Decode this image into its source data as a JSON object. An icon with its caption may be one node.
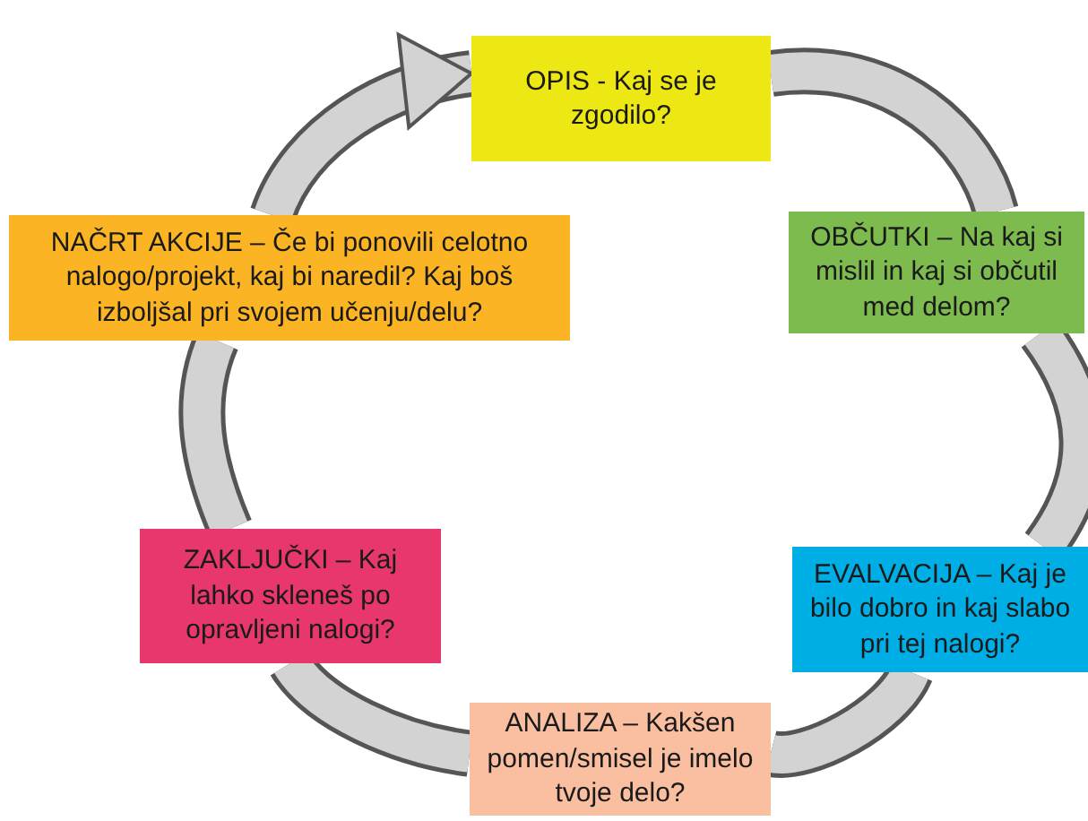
{
  "diagram": {
    "nodes": [
      {
        "text": [
          "OPIS - Kaj se je zgodilo?"
        ]
      },
      {
        "text": [
          "OBČUTKI – Na kaj si mislil in kaj si občutil med delom?"
        ]
      },
      {
        "text": [
          "EVALVACIJA – Kaj je bilo dobro in kaj slabo pri tej nalogi?"
        ]
      },
      {
        "text": [
          "ANALIZA – Kakšen pomen/smisel je imelo tvoje delo?"
        ]
      },
      {
        "text": [
          "ZAKLJUČKI – Kaj lahko skleneš po opravljeni nalogi?"
        ]
      },
      {
        "text": [
          "NAČRT AKCIJE – Če bi ponovili celotno nalogo/projekt, kaj bi naredil? Kaj boš izboljšal pri svojem učenju/delu?"
        ]
      }
    ],
    "edges": [
      {
        "from": 0,
        "to": 1,
        "arrow": "none"
      },
      {
        "from": 1,
        "to": 2,
        "arrow": "none"
      },
      {
        "from": 2,
        "to": 3,
        "arrow": "none"
      },
      {
        "from": 3,
        "to": 4,
        "arrow": "none"
      },
      {
        "from": 4,
        "to": 5,
        "arrow": "none"
      },
      {
        "from": 5,
        "to": 0,
        "arrow": "to"
      }
    ]
  }
}
